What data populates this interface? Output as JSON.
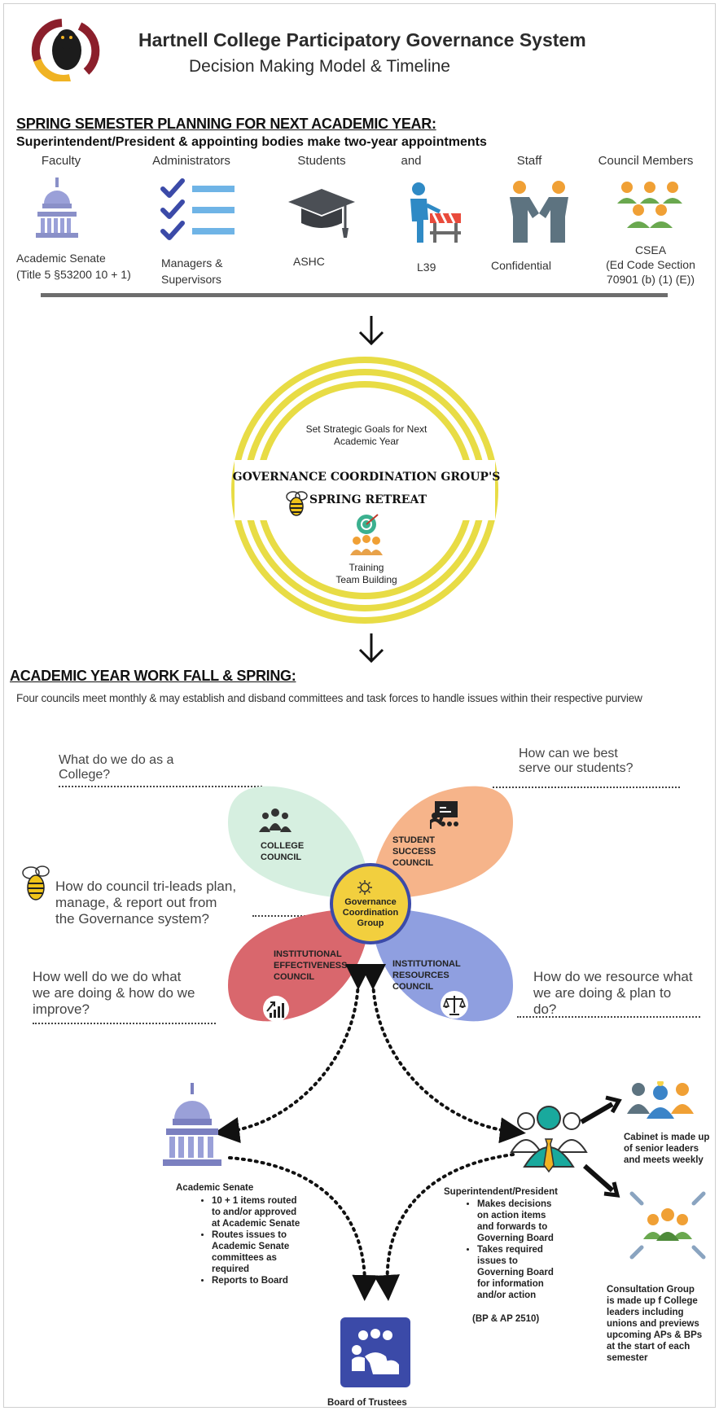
{
  "header": {
    "title": "Hartnell College Participatory Governance System",
    "subtitle": "Decision Making Model & Timeline"
  },
  "spring": {
    "heading": "SPRING SEMESTER PLANNING FOR NEXT ACADEMIC YEAR:",
    "subheading": "Superintendent/President & appointing bodies make two-year appointments",
    "columns": [
      {
        "head": "Faculty",
        "label_lines": [
          "Academic Senate",
          "(Title 5 §53200 10 + 1)"
        ],
        "icon": "capitol-icon"
      },
      {
        "head": "Administrators",
        "label_lines": [
          "Managers &",
          "Supervisors"
        ],
        "icon": "checklist-icon"
      },
      {
        "head": "Students",
        "label_lines": [
          "ASHC"
        ],
        "icon": "graduation-cap-icon"
      },
      {
        "head": "and",
        "label_lines": [
          "L39"
        ],
        "icon": "worker-icon"
      },
      {
        "head": "Staff",
        "label_lines": [
          "Confidential"
        ],
        "icon": "handshake-icon"
      },
      {
        "head": "Council Members",
        "label_lines": [
          "CSEA",
          "(Ed Code Section",
          "70901 (b) (1) (E))"
        ],
        "icon": "group-icon"
      }
    ]
  },
  "retreat": {
    "top_text_1": "Set Strategic Goals for Next",
    "top_text_2": "Academic Year",
    "title_1": "GOVERNANCE COORDINATION GROUP'S",
    "title_2": "SPRING RETREAT",
    "bottom_text_1": "Training",
    "bottom_text_2": "Team Building"
  },
  "academic": {
    "heading": "ACADEMIC YEAR WORK FALL & SPRING:",
    "subheading": "Four councils meet monthly & may establish and disband committees and task forces to handle issues within their respective purview"
  },
  "questions": {
    "q1": [
      "What do we do as a",
      "College?"
    ],
    "q2": [
      "How can we best",
      "serve our students?"
    ],
    "q3": [
      "How do council tri-leads plan,",
      "manage, & report out from",
      "the Governance system?"
    ],
    "q4": [
      "How well do we do what",
      "we are doing & how do we",
      "improve?"
    ],
    "q5": [
      "How do we resource what",
      "we are doing & plan to",
      "do?"
    ]
  },
  "councils": {
    "college": [
      "COLLEGE",
      "COUNCIL"
    ],
    "student": [
      "STUDENT",
      "SUCCESS",
      "COUNCIL"
    ],
    "effectiveness": [
      "INSTITUTIONAL",
      "EFFECTIVENESS",
      "COUNCIL"
    ],
    "resources": [
      "INSTITUTIONAL",
      "RESOURCES",
      "COUNCIL"
    ],
    "center": [
      "Governance",
      "Coordination",
      "Group"
    ]
  },
  "senate": {
    "title": "Academic Senate",
    "items": [
      "10 + 1 items routed to and/or approved at Academic Senate",
      "Routes issues to Academic Senate committees as required",
      "Reports to Board"
    ]
  },
  "president": {
    "title": "Superintendent/President",
    "items": [
      "Makes decisions on action items and forwards to Governing Board",
      "Takes required issues to Governing Board for information and/or action"
    ],
    "ref": "(BP & AP 2510)"
  },
  "cabinet": "Cabinet is made up of senior leaders and meets weekly",
  "consultation": "Consultation Group is made up f College leaders including unions and previews upcoming APs & BPs at the start of each semester",
  "board": "Board of Trustees",
  "colors": {
    "college_petal": "#d6efe0",
    "student_petal": "#f6b48a",
    "effectiveness_petal": "#d9676d",
    "resources_petal": "#8f9fe0",
    "center": "#f2cf3e",
    "rings": "#e8dc45",
    "icon_navy": "#3b4aa8",
    "icon_slate": "#5d7380"
  }
}
